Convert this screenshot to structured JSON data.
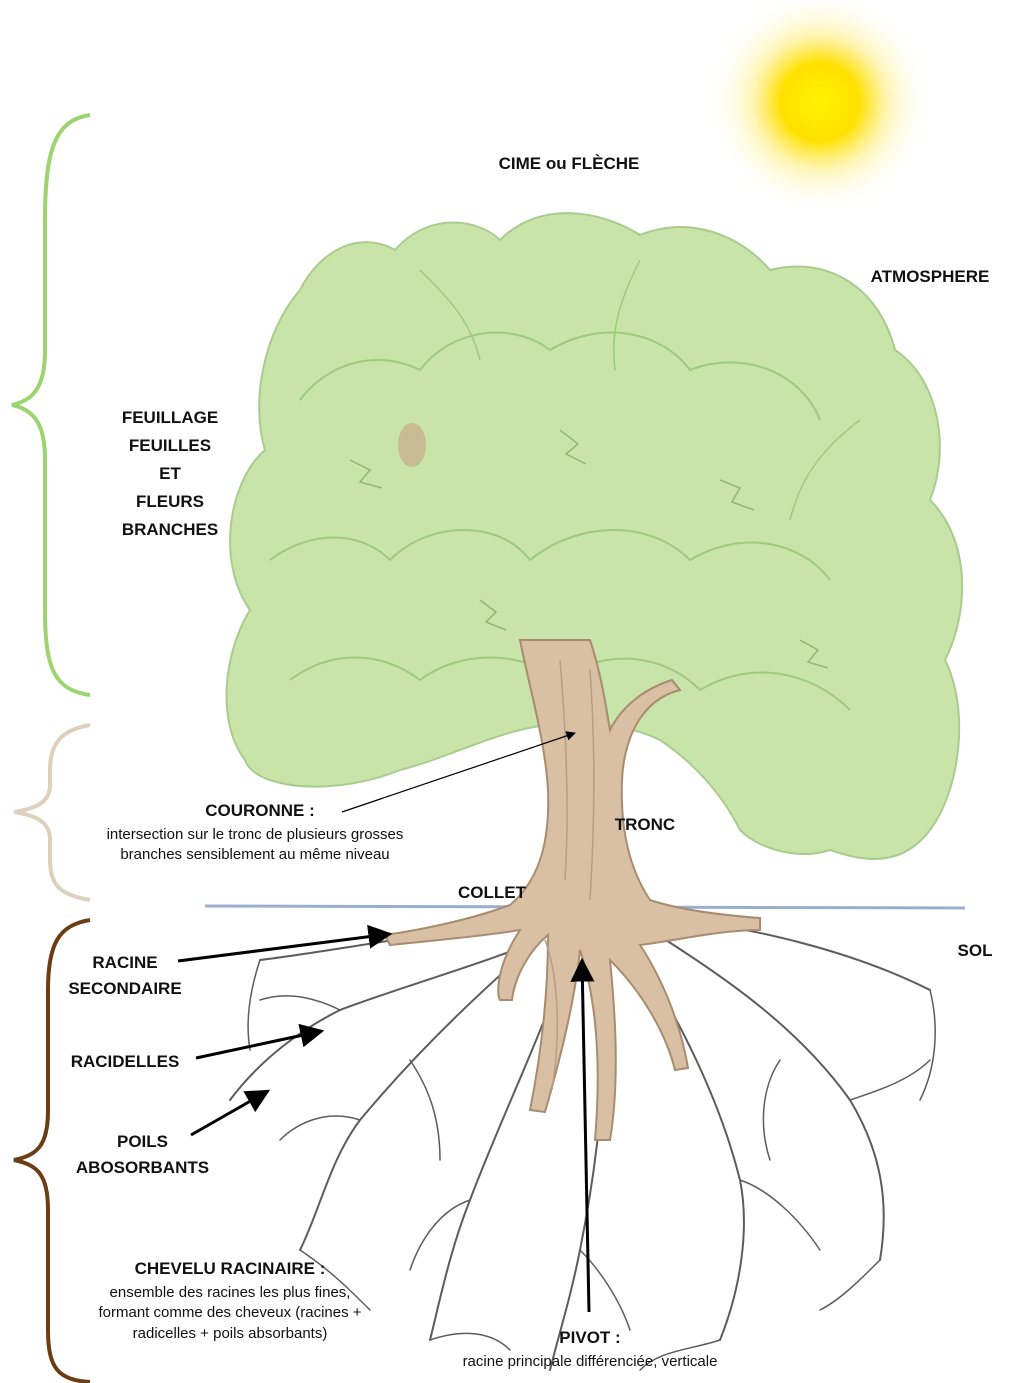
{
  "labels": {
    "cime": "CIME ou FLÈCHE",
    "atmosphere": "ATMOSPHERE",
    "feuillage": [
      "FEUILLAGE",
      "FEUILLES",
      "ET",
      "FLEURS",
      "BRANCHES"
    ],
    "couronne_title": "COURONNE :",
    "couronne_desc": [
      "intersection sur le tronc de plusieurs grosses",
      "branches sensiblement au même niveau"
    ],
    "tronc": "TRONC",
    "collet": "COLLET",
    "sol": "SOL",
    "racine_secondaire": [
      "RACINE",
      "SECONDAIRE"
    ],
    "racidelles": "RACIDELLES",
    "poils_absorbants": [
      "POILS",
      "ABOSORBANTS"
    ],
    "chevelu_title": "CHEVELU RACINAIRE :",
    "chevelu_desc": [
      "ensemble des racines les plus fines,",
      "formant comme des cheveux (racines +",
      "radicelles + poils absorbants)"
    ],
    "pivot_title": "PIVOT :",
    "pivot_desc": "racine principale différenciée, verticale"
  },
  "colors": {
    "foliage_brace": "#9ed46f",
    "crown_brace": "#ddd0bc",
    "root_brace": "#6b3d14",
    "foliage": "#c9e4a8",
    "foliage_dark": "#9fc980",
    "trunk": "#d9bfa3",
    "roots": "#5a5a5a",
    "ground_line": "#9aaed0",
    "sun": "#ffe000",
    "arrow": "#000000"
  }
}
